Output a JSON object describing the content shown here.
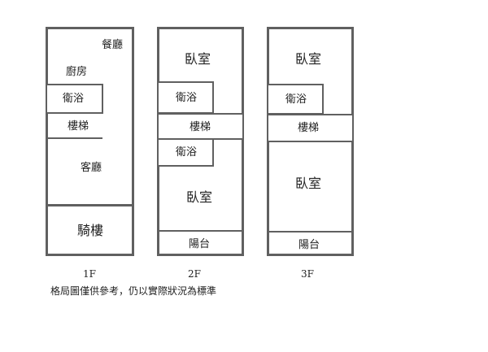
{
  "floors": [
    {
      "label": "1F",
      "rooms": {
        "dining": "餐廳",
        "kitchen": "廚房",
        "bathroom": "衛浴",
        "stairs": "樓梯",
        "living": "客廳",
        "arcade": "騎樓"
      }
    },
    {
      "label": "2F",
      "rooms": {
        "bedroom_top": "臥室",
        "bathroom_top": "衛浴",
        "stairs": "樓梯",
        "bathroom_mid": "衛浴",
        "bedroom_bottom": "臥室",
        "balcony": "陽台"
      }
    },
    {
      "label": "3F",
      "rooms": {
        "bedroom_top": "臥室",
        "bathroom": "衛浴",
        "stairs": "樓梯",
        "bedroom_bottom": "臥室",
        "balcony": "陽台"
      }
    }
  ],
  "note": "格局圖僅供參考，仍以實際狀況為標準"
}
